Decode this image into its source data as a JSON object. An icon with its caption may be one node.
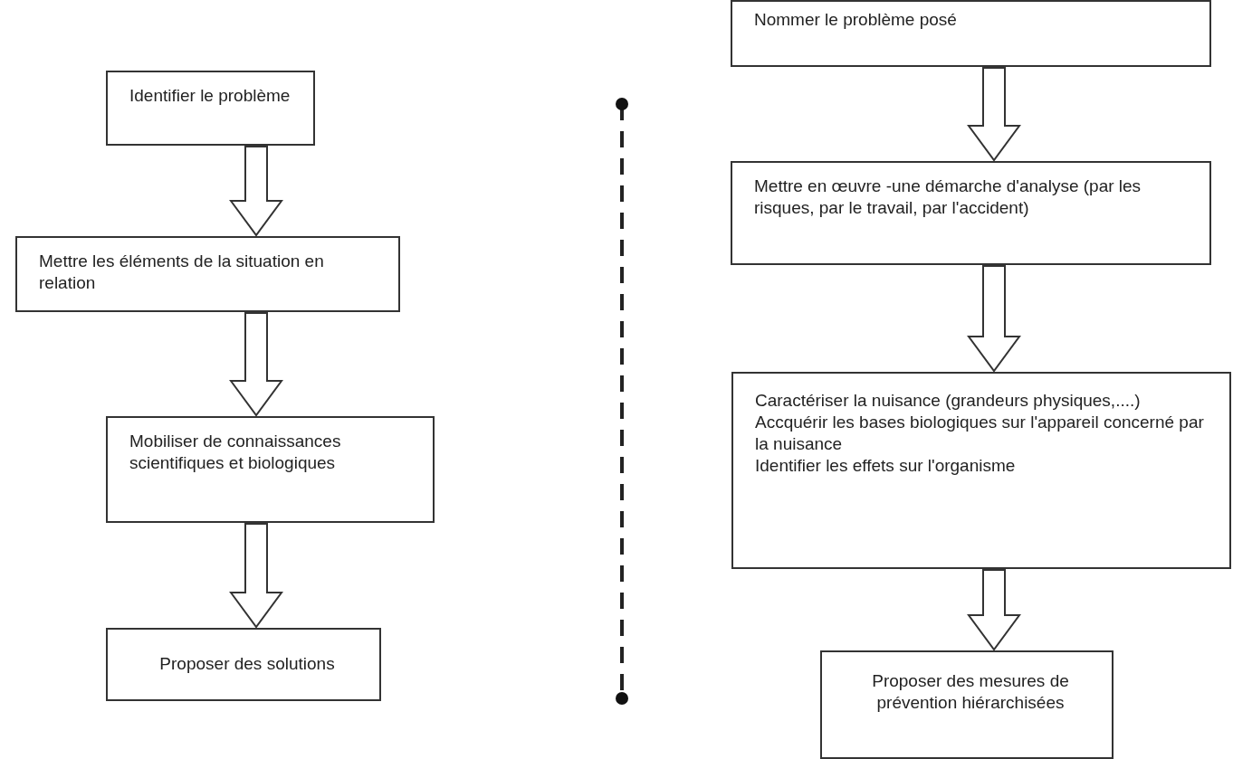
{
  "diagram": {
    "nodes": [
      {
        "text": [
          "Identifier le problème"
        ]
      },
      {
        "text": [
          "Mettre les éléments de la situation en relation"
        ]
      },
      {
        "text": [
          "Mobiliser de connaissances scientifiques et biologiques"
        ]
      },
      {
        "text": [
          "Proposer des solutions"
        ]
      },
      {
        "text": [
          "Nommer le problème posé"
        ]
      },
      {
        "text": [
          "Mettre en œuvre -une démarche d'analyse (par les risques, par le travail, par l'accident)"
        ]
      },
      {
        "text": [
          "Caractériser la nuisance (grandeurs physiques,....)",
          "Accquérir les bases biologiques sur l'appareil concerné par la nuisance",
          "Identifier les effets sur l'organisme"
        ]
      },
      {
        "text": [
          "Proposer des mesures de prévention hiérarchisées"
        ]
      }
    ],
    "edges": [
      {
        "from": 0,
        "to": 1,
        "arrow": "to"
      },
      {
        "from": 1,
        "to": 2,
        "arrow": "to"
      },
      {
        "from": 2,
        "to": 3,
        "arrow": "to"
      },
      {
        "from": 4,
        "to": 5,
        "arrow": "to"
      },
      {
        "from": 5,
        "to": 6,
        "arrow": "to"
      },
      {
        "from": 6,
        "to": 7,
        "arrow": "to"
      }
    ]
  }
}
